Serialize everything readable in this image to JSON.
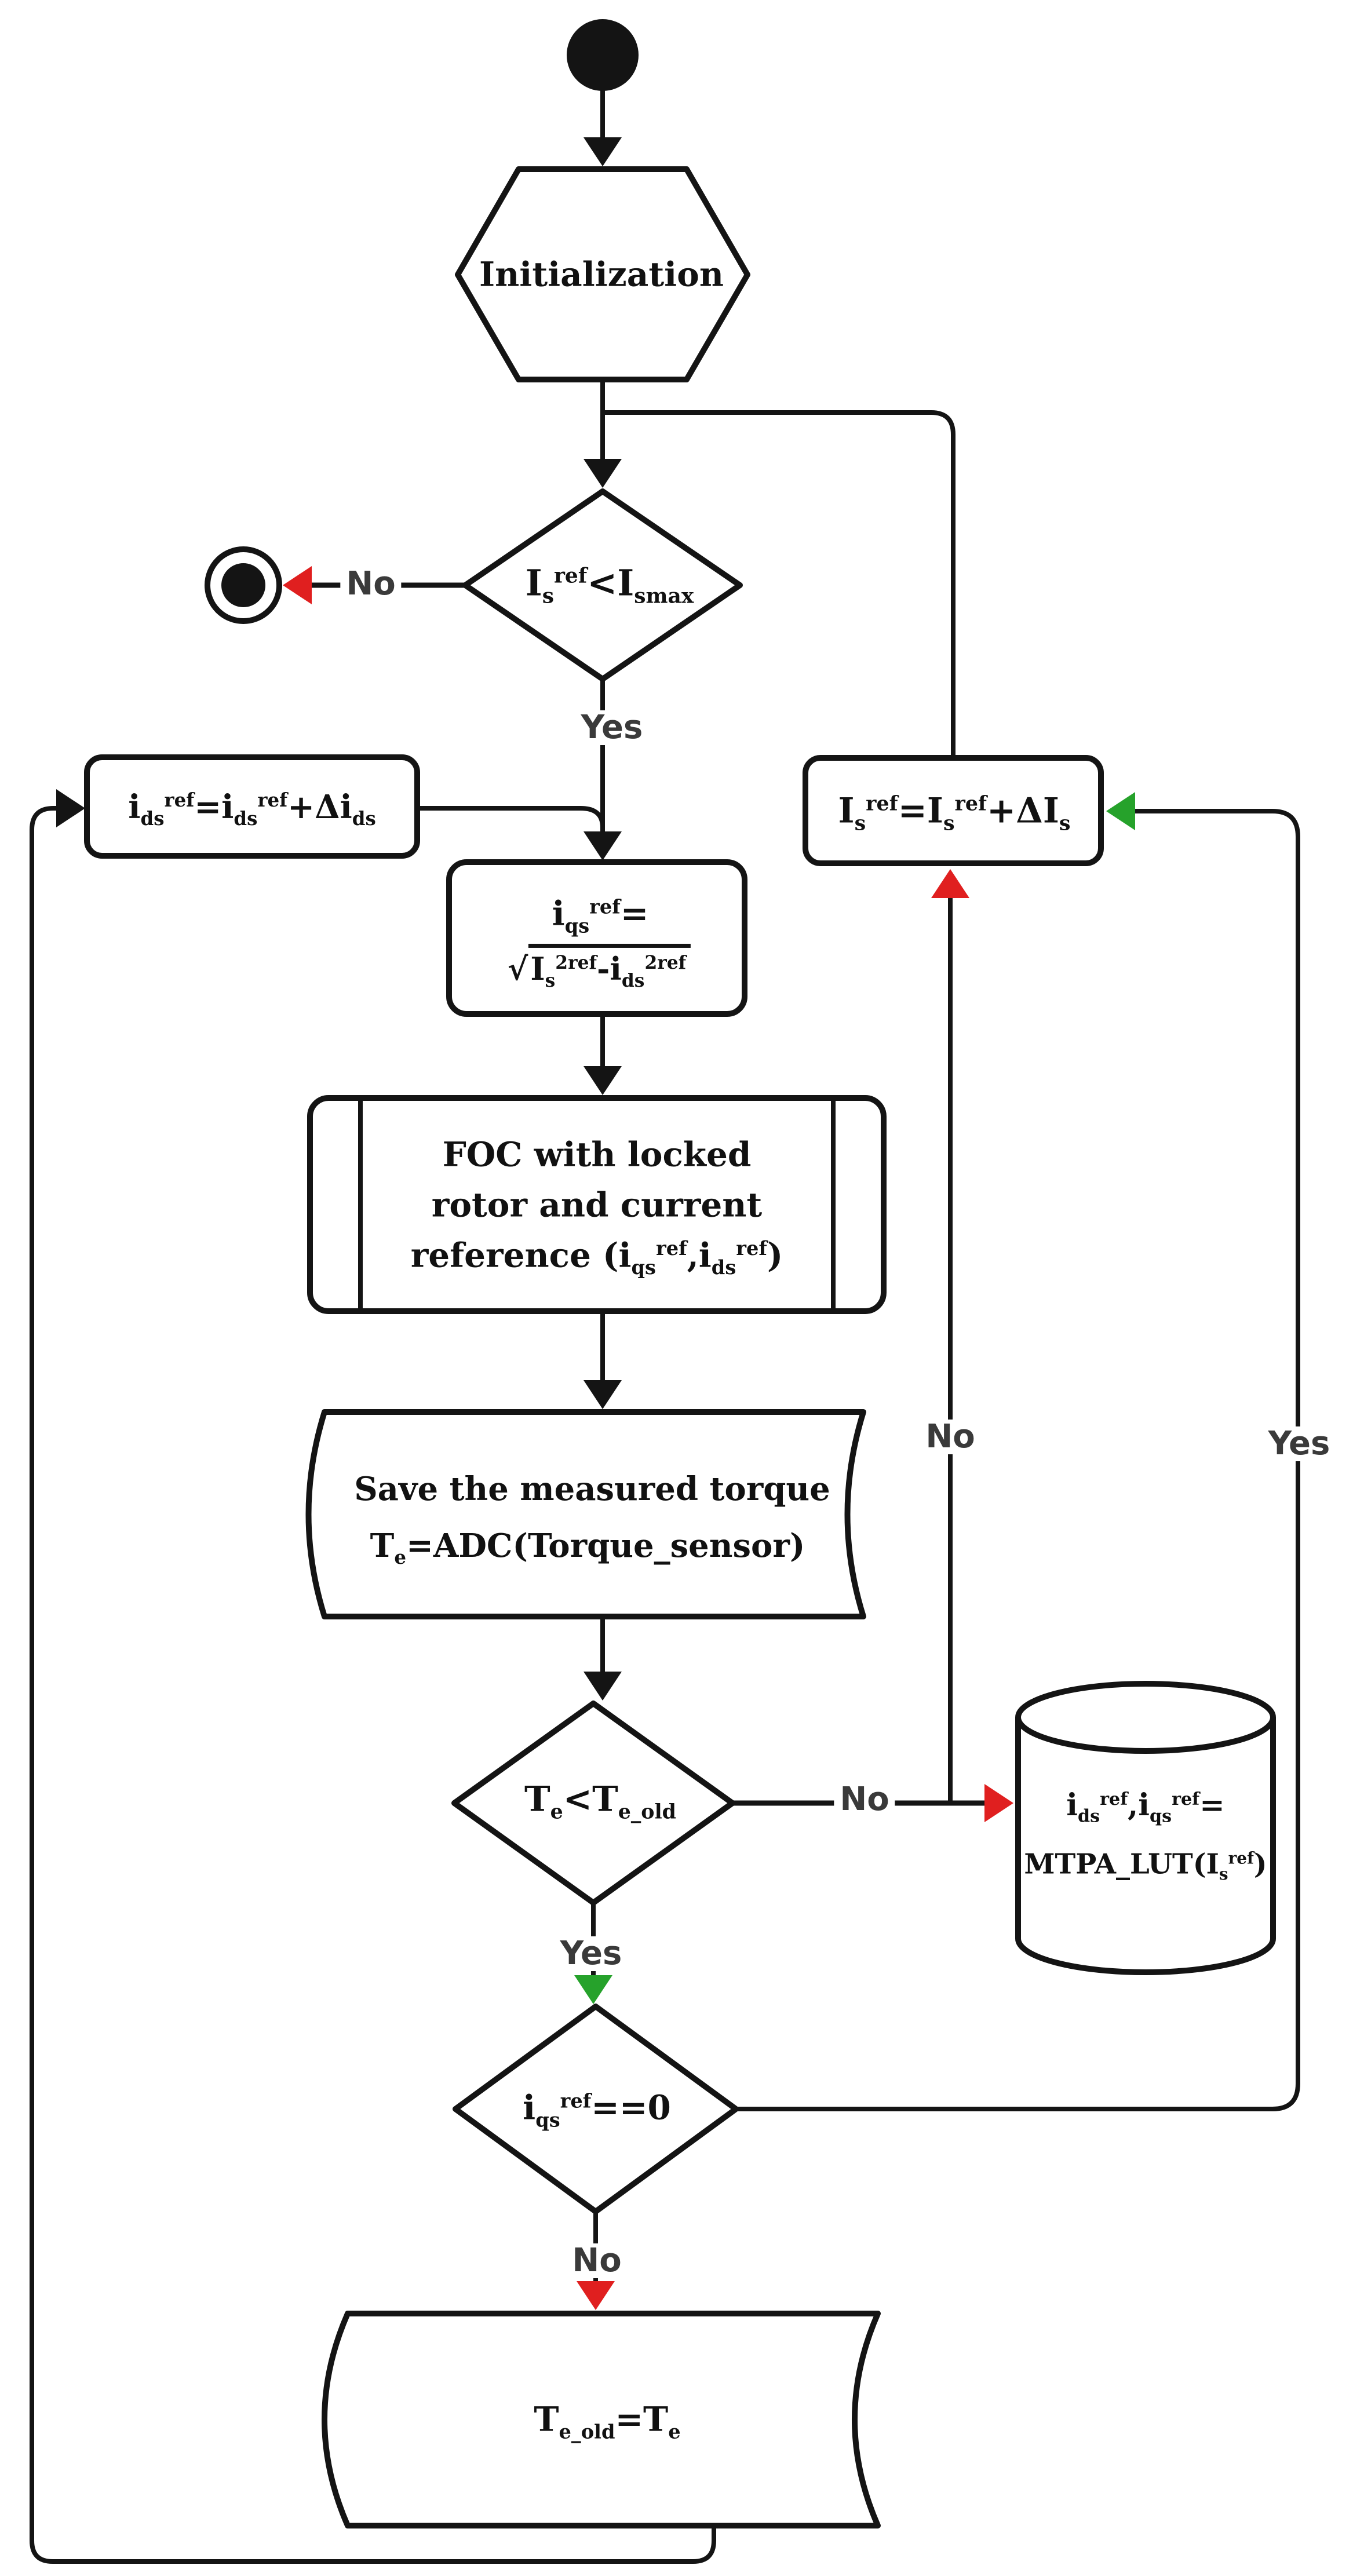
{
  "diagram": {
    "colors": {
      "line": "#141414",
      "red": "#e01f1f",
      "green": "#26a22b",
      "label_text": "#3a3a3a",
      "background": "#ffffff"
    },
    "nodes": {
      "initialization": {
        "type": "preparation-hexagon",
        "label": "Initialization"
      },
      "current_limit_check": {
        "type": "decision",
        "label": "I~s~^ref^<I~s~~max~"
      },
      "increment_ids": {
        "type": "process",
        "label": "i~ds~^ref^=i~ds~^ref^+Δi~ds~"
      },
      "increment_is": {
        "type": "process",
        "label": "I~s~^ref^=I~s~^ref^+ΔI~s~"
      },
      "compute_iqs": {
        "type": "process",
        "line1": "i~qs~^ref^=",
        "line2": "√«I~s~^2^^ref^-i~ds~^2^^ref^»"
      },
      "foc_subroutine": {
        "type": "predefined-process",
        "line1": "FOC with locked",
        "line2": "rotor and current",
        "line3": "reference (i~qs~^ref^,i~ds~^ref^)"
      },
      "save_torque": {
        "type": "stored-data",
        "line1": "Save the measured torque",
        "line2": "T~e~=ADC(Torque_sensor)"
      },
      "torque_check": {
        "type": "decision",
        "label": "T~e~<T~e_old~"
      },
      "mtpa_lut": {
        "type": "database-cylinder",
        "line1": "i~ds~^ref^,i~qs~^ref^=",
        "line2": "MTPA_LUT(I~s~^ref^)"
      },
      "iqs_zero_check": {
        "type": "decision",
        "label": "i~qs~^ref^==0"
      },
      "update_te_old": {
        "type": "stored-data",
        "label": "T~e_old~=T~e~"
      }
    },
    "edge_labels": {
      "limit_no": "No",
      "limit_yes": "Yes",
      "is_rail_no": "No",
      "torque_no": "No",
      "torque_yes": "Yes",
      "iqs_zero_yes_rail": "Yes",
      "iqs_zero_no": "No"
    }
  }
}
